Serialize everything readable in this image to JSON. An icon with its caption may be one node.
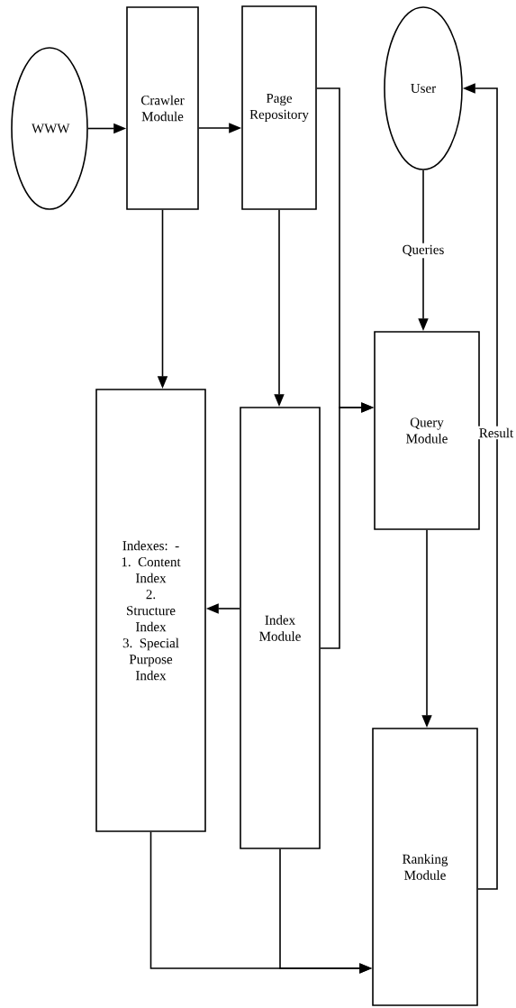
{
  "diagram": {
    "nodes": [
      {
        "text": [
          "WWW"
        ]
      },
      {
        "text": [
          "Crawler Module"
        ]
      },
      {
        "text": [
          "Page Repository"
        ]
      },
      {
        "text": [
          "User"
        ]
      },
      {
        "text": [
          "Query Module"
        ]
      },
      {
        "text": [
          "Indexes: -",
          "1. Content Index",
          "2. Structure Index",
          "3. Special Purpose Index"
        ]
      },
      {
        "text": [
          "Index Module"
        ]
      },
      {
        "text": [
          "Ranking Module"
        ]
      }
    ],
    "edges": [
      {
        "from": 0,
        "to": 1,
        "arrow": "to"
      },
      {
        "from": 1,
        "to": 2,
        "arrow": "to"
      },
      {
        "from": 1,
        "to": 5,
        "arrow": "to"
      },
      {
        "from": 2,
        "to": 6,
        "arrow": "to"
      },
      {
        "from": 2,
        "to": 4,
        "arrow": "to"
      },
      {
        "from": 6,
        "to": 4,
        "arrow": "to"
      },
      {
        "from": 6,
        "to": 5,
        "arrow": "to"
      },
      {
        "from": 3,
        "to": 4,
        "label": "Queries",
        "arrow": "to"
      },
      {
        "from": 4,
        "to": 7,
        "arrow": "to"
      },
      {
        "from": 5,
        "to": 7,
        "arrow": "to"
      },
      {
        "from": 6,
        "to": 7,
        "arrow": "to"
      },
      {
        "from": 7,
        "to": 3,
        "label": "Result",
        "arrow": "to"
      }
    ]
  }
}
